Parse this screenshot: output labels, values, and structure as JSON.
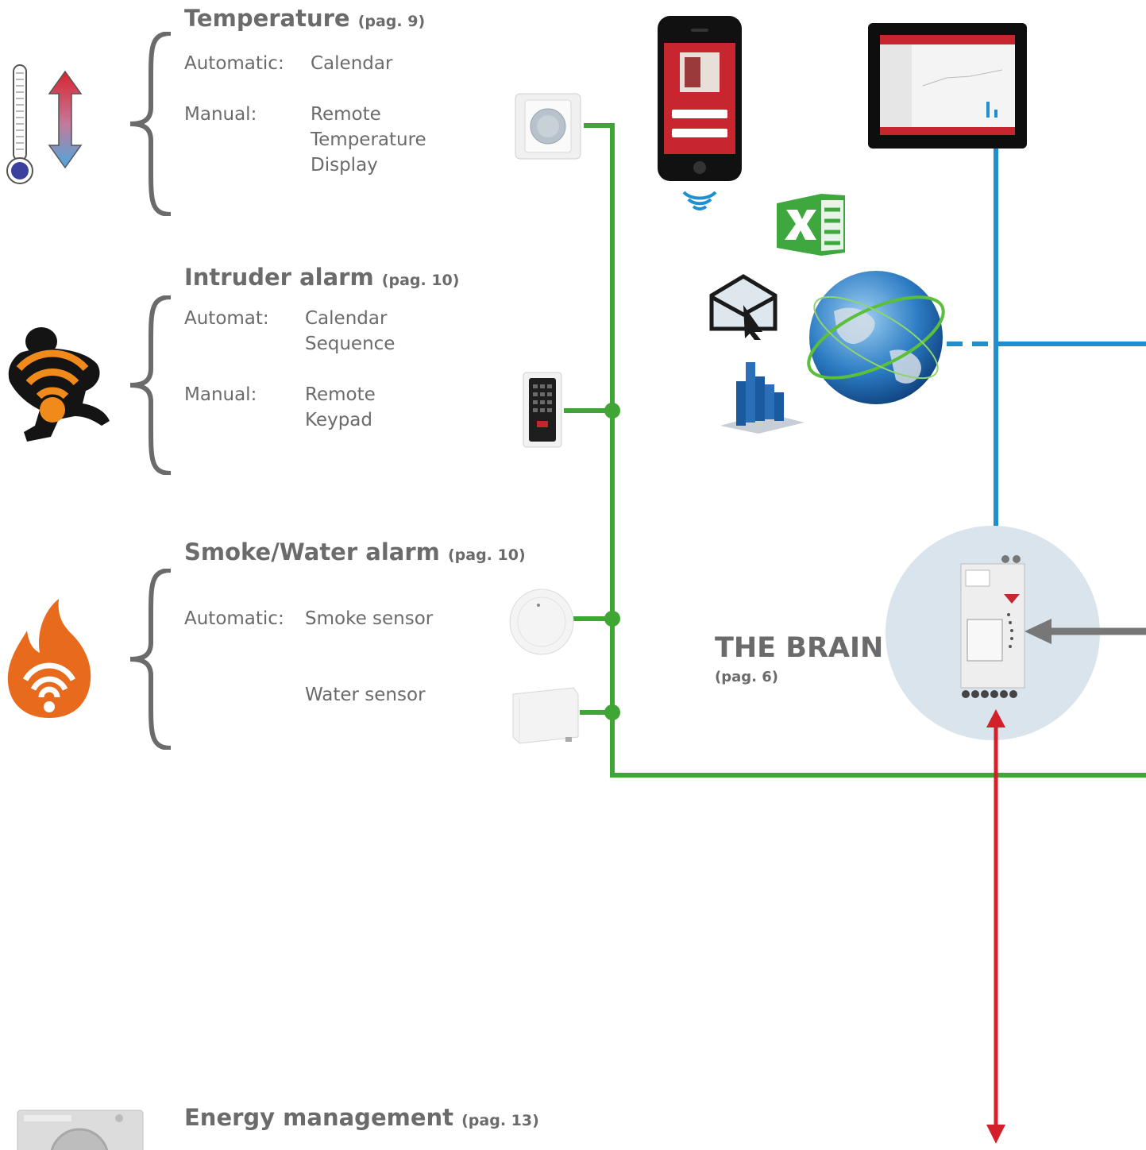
{
  "colors": {
    "text": "#6b6b6b",
    "bus_green": "#3fa535",
    "link_blue": "#1f8fd0",
    "power_red": "#d4202a",
    "arrow_grey": "#777777",
    "brain_circle": "#d9e4ec",
    "fire_orange": "#e86a1c"
  },
  "temperature": {
    "title": "Temperature",
    "page": "(pag. 9)",
    "automatic_label": "Automatic:",
    "automatic_value": "Calendar",
    "manual_label": "Manual:",
    "manual_values": [
      "Remote",
      "Temperature",
      "Display"
    ]
  },
  "intruder": {
    "title": "Intruder alarm",
    "page": "(pag. 10)",
    "automatic_label": "Automat:",
    "automatic_values": [
      "Calendar",
      "Sequence"
    ],
    "manual_label": "Manual:",
    "manual_values": [
      "Remote",
      "Keypad"
    ]
  },
  "smoke_water": {
    "title": "Smoke/Water alarm",
    "page": "(pag. 10)",
    "automatic_label": "Automatic:",
    "smoke_sensor": "Smoke sensor",
    "water_sensor": "Water sensor"
  },
  "brain": {
    "title": "THE BRAIN",
    "page": "(pag. 6)"
  },
  "energy": {
    "title": "Energy management",
    "page": "(pag. 13)"
  },
  "icons": [
    "thermometer-icon",
    "temperature-up-down-arrow-icon",
    "intruder-icon",
    "fire-wireless-icon",
    "thermostat-device-icon",
    "keypad-device-icon",
    "smoke-sensor-icon",
    "water-sensor-icon",
    "smartphone-icon",
    "wireless-signal-icon",
    "touch-panel-icon",
    "excel-icon",
    "email-icon",
    "bar-chart-icon",
    "globe-icon",
    "brain-controller-icon",
    "washing-machine-icon"
  ]
}
